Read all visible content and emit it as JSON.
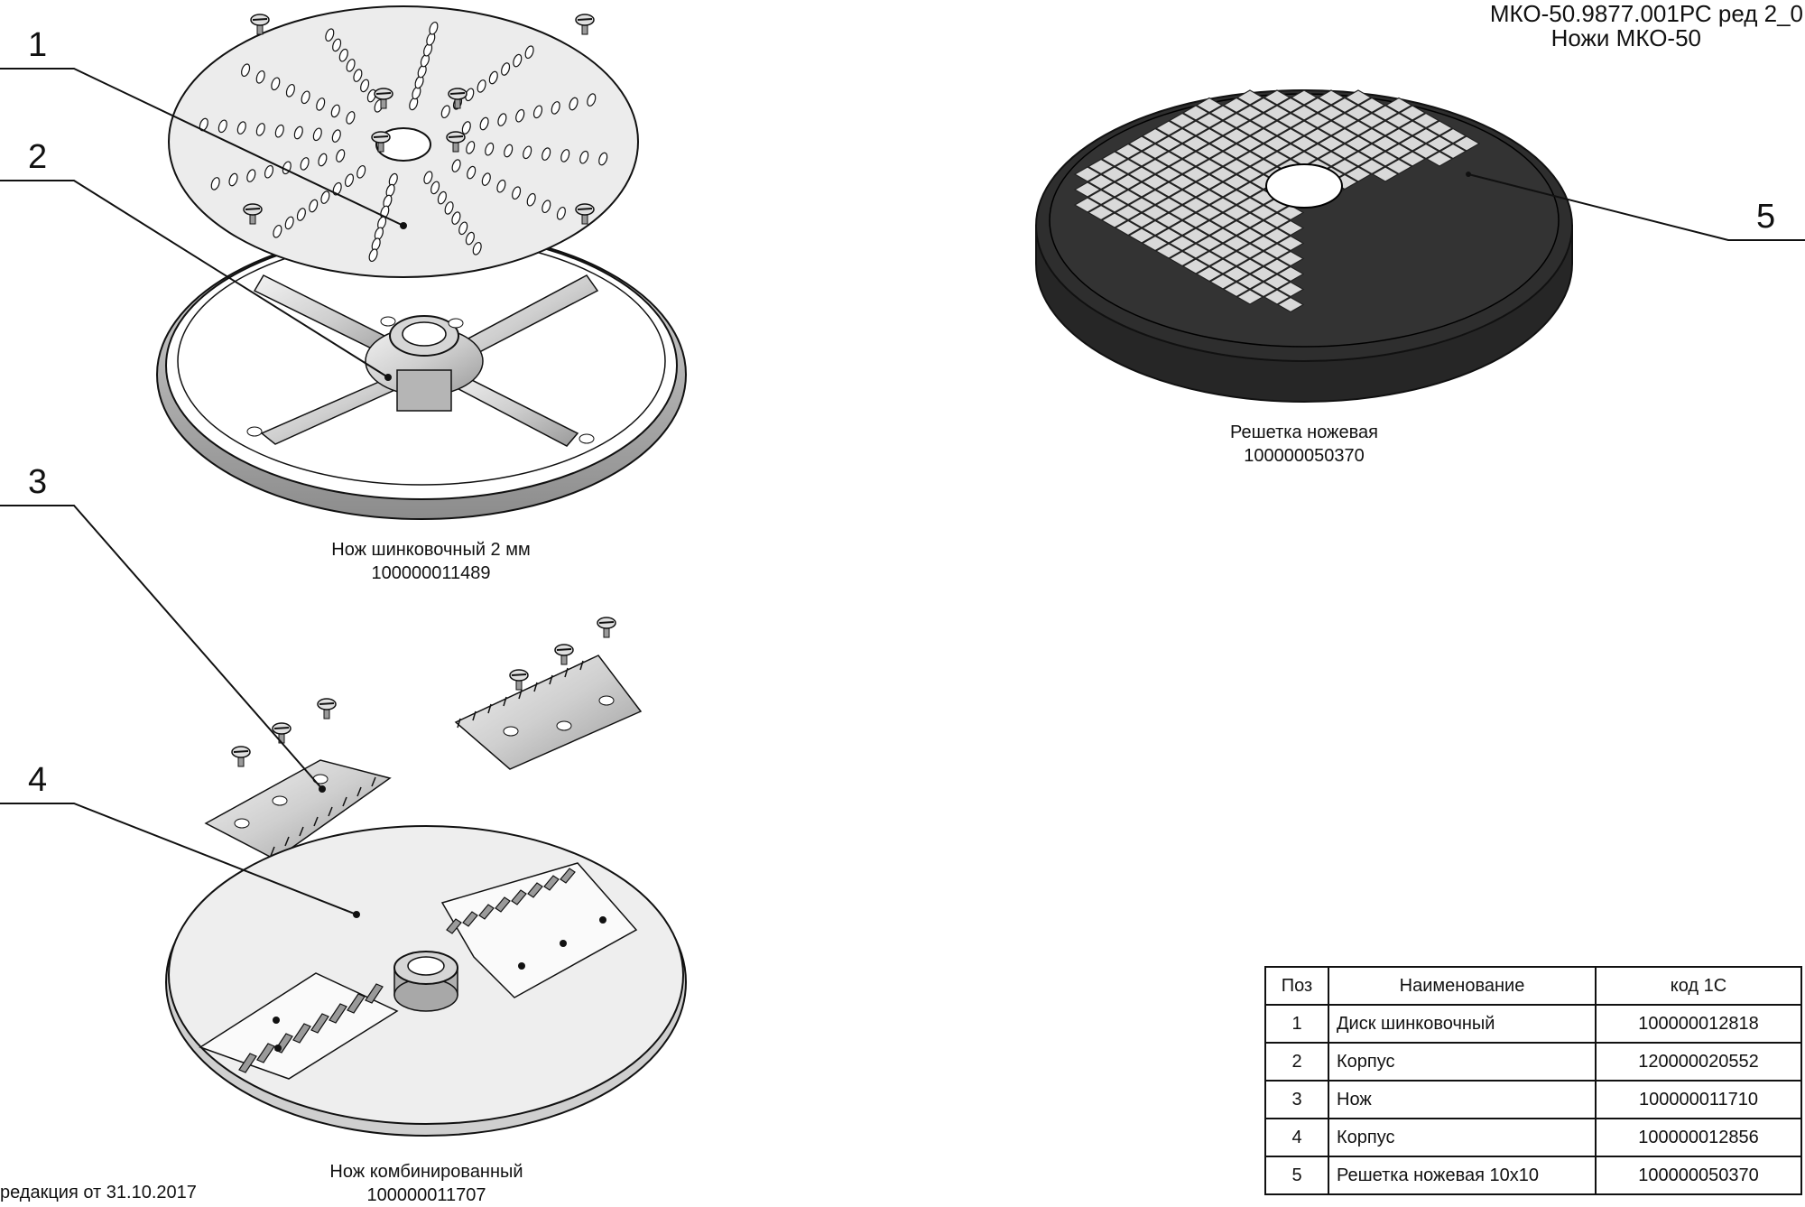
{
  "header": {
    "doc_code": "МКО-50.9877.001РС ред 2_0",
    "doc_name": "Ножи МКО-50"
  },
  "assemblies": [
    {
      "name": "Нож шинковочный 2 мм",
      "code": "100000011489"
    },
    {
      "name": "Решетка ножевая",
      "code": "100000050370"
    },
    {
      "name": "Нож комбинированный",
      "code": "100000011707"
    }
  ],
  "position_labels": [
    "1",
    "2",
    "3",
    "4",
    "5"
  ],
  "footer": {
    "revision": "редакция от 31.10.2017"
  },
  "parts_table": {
    "headers": {
      "pos": "Поз",
      "name": "Наименование",
      "code": "код 1С"
    },
    "rows": [
      {
        "pos": "1",
        "name": "Диск шинковочный",
        "code": "100000012818"
      },
      {
        "pos": "2",
        "name": "Корпус",
        "code": "120000020552"
      },
      {
        "pos": "3",
        "name": "Нож",
        "code": "100000011710"
      },
      {
        "pos": "4",
        "name": "Корпус",
        "code": "100000012856"
      },
      {
        "pos": "5",
        "name": "Решетка ножевая 10x10",
        "code": "100000050370"
      }
    ]
  },
  "colors": {
    "line": "#111111",
    "metal_light": "#e6e6e6",
    "metal_mid": "#bdbdbd",
    "grid_dark": "#2a2a2a"
  }
}
